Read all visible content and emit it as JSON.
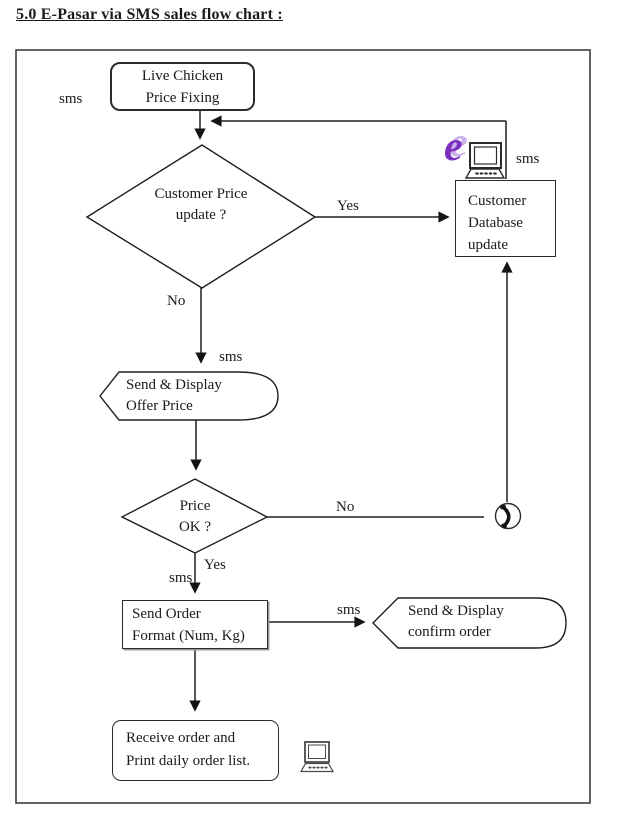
{
  "title": "5.0 E-Pasar via SMS sales flow chart :",
  "nodes": {
    "live_chicken": {
      "line1": "Live Chicken",
      "line2": "Price Fixing"
    },
    "customer_price_update": {
      "line1": "Customer Price",
      "line2": "update ?"
    },
    "customer_db": {
      "line1": "Customer",
      "line2": "Database",
      "line3": "update"
    },
    "offer_price": {
      "line1": "Send & Display",
      "line2": "Offer Price"
    },
    "price_ok": {
      "line1": "Price",
      "line2": "OK ?"
    },
    "send_order": {
      "line1": "Send Order",
      "line2": "Format (Num, Kg)"
    },
    "confirm_order": {
      "line1": "Send & Display",
      "line2": "confirm order"
    },
    "receive_order": {
      "line1": "Receive order and",
      "line2": "Print daily order list."
    }
  },
  "labels": {
    "sms_top_left": "sms",
    "sms_top_right": "sms",
    "yes_price_update": "Yes",
    "no_price_update": "No",
    "sms_offer": "sms",
    "no_price_ok": "No",
    "yes_price_ok": "Yes",
    "sms_order": "sms",
    "sms_confirm": "sms"
  },
  "icons": {
    "e_logo_glyph": "e",
    "computer_top_right": "computer-icon",
    "computer_bottom": "computer-icon",
    "phone_right": "phone-icon"
  },
  "colors": {
    "line": "#1f1f1f",
    "frame": "#4a4a4a",
    "e_logo_purple": "#7b2fbe",
    "e_logo_light": "#c2a3e6"
  }
}
